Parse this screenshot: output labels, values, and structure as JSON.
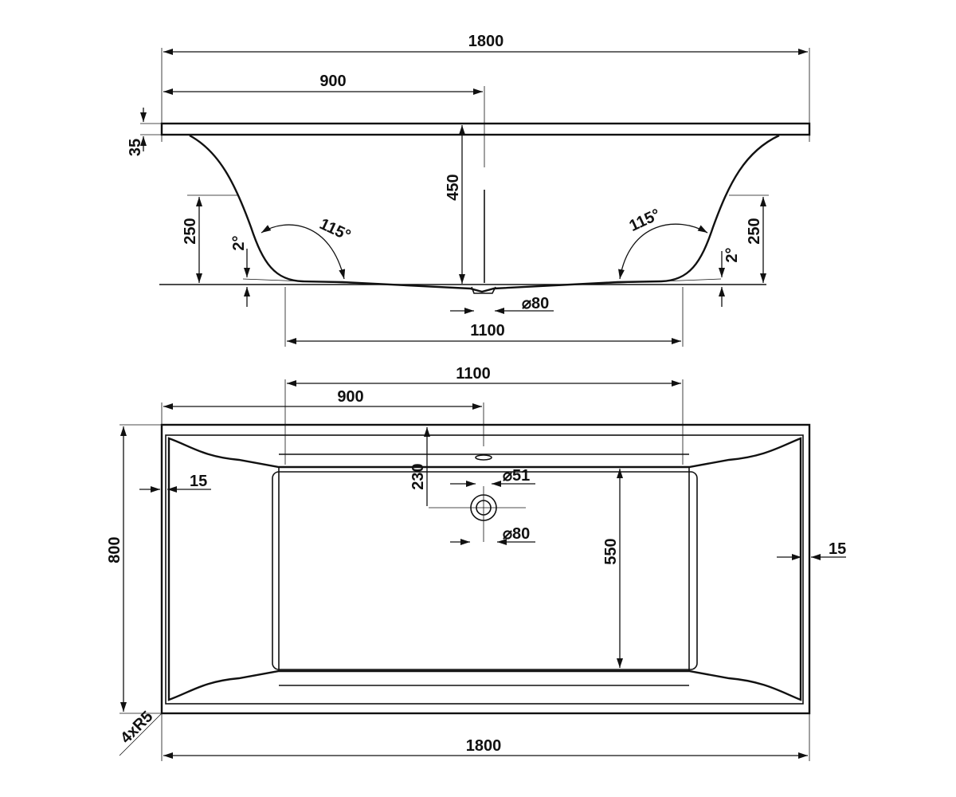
{
  "side_view": {
    "total_length": "1800",
    "half_length": "900",
    "rim_thickness": "35",
    "depth": "450",
    "end_height_left": "250",
    "end_height_right": "250",
    "angle_left": "115°",
    "angle_right": "115°",
    "slope_left": "2°",
    "slope_right": "2°",
    "drain_diameter": "⌀80",
    "bottom_length": "1100"
  },
  "plan_view": {
    "bottom_length": "1100",
    "drain_offset": "900",
    "drain_from_rim": "230",
    "overflow_diameter": "⌀51",
    "drain_diameter": "⌀80",
    "rim_left": "15",
    "rim_right": "15",
    "width": "800",
    "inner_width": "550",
    "corner_radius": "4xR5",
    "total_length": "1800"
  },
  "colors": {
    "line": "#111111",
    "background": "#ffffff"
  }
}
